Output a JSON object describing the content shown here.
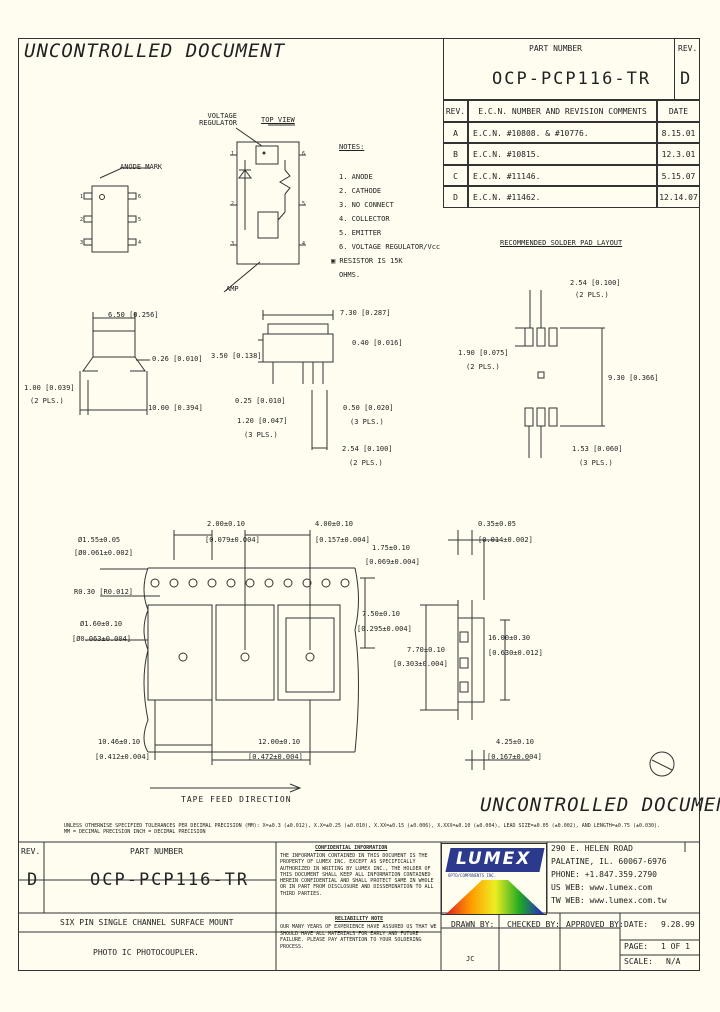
{
  "watermark": "UNCONTROLLED DOCUMENT",
  "header": {
    "part_number_label": "PART NUMBER",
    "part_number": "OCP-PCP116-TR",
    "rev_label": "REV.",
    "rev": "D"
  },
  "revisions": {
    "headers": [
      "REV.",
      "E.C.N. NUMBER AND REVISION COMMENTS",
      "DATE"
    ],
    "rows": [
      [
        "A",
        "E.C.N. #10808. & #10776.",
        "8.15.01"
      ],
      [
        "B",
        "E.C.N. #10815.",
        "12.3.01"
      ],
      [
        "C",
        "E.C.N. #11146.",
        "5.15.07"
      ],
      [
        "D",
        "E.C.N. #11462.",
        "12.14.07"
      ]
    ]
  },
  "schematic": {
    "anode_mark": "ANODE MARK",
    "voltage_regulator": "VOLTAGE\nREGULATOR",
    "top_view": "TOP VIEW",
    "amp": "AMP",
    "pins": [
      "1",
      "2",
      "3",
      "4",
      "5",
      "6"
    ]
  },
  "notes": {
    "title": "NOTES:",
    "items": [
      "1. ANODE",
      "2. CATHODE",
      "3. NO CONNECT",
      "4. COLLECTOR",
      "5. EMITTER",
      "6. VOLTAGE REGULATOR/Vcc",
      "▣ RESISTOR IS 15K",
      "OHMS."
    ]
  },
  "solder_pad": {
    "title": "RECOMMENDED SOLDER PAD LAYOUT",
    "dim_pitch": "2.54 [0.100]",
    "dim_pitch_count": "(2 PLS.)",
    "dim_pad_h": "1.90 [0.075]",
    "dim_pad_h_count": "(2 PLS.)",
    "dim_span": "9.30 [0.366]",
    "dim_pad_w": "1.53 [0.060]",
    "dim_pad_w_count": "(3 PLS.)"
  },
  "package_dims": {
    "width": "6.50 [0.256]",
    "lead_t": "0.26 [0.010]",
    "lead_len": "1.00 [0.039]",
    "lead_len_count": "(2 PLS.)",
    "overall": "10.00 [0.394]",
    "length": "7.30 [0.287]",
    "height": "3.50 [0.138]",
    "standoff": "0.40 [0.016]",
    "foot": "0.25 [0.010]",
    "pin_w": "1.20 [0.047]",
    "pin_w_count": "(3 PLS.)",
    "lead_w": "0.50 [0.020]",
    "lead_w_count": "(3 PLS.)",
    "pitch": "2.54 [0.100]",
    "pitch_count": "(2 PLS.)"
  },
  "tape": {
    "hole_dia": "Ø1.55±0.05",
    "hole_dia_in": "[Ø0.061±0.002]",
    "sprocket_pitch": "2.00±0.10",
    "sprocket_pitch_in": "[0.079±0.004]",
    "pocket_pitch": "4.00±0.10",
    "pocket_pitch_in": "[0.157±0.004]",
    "edge": "1.75±0.10",
    "edge_in": "[0.069±0.004]",
    "thickness": "0.35±0.05",
    "thickness_in": "[0.014±0.002]",
    "radius": "R0.30 [R0.012]",
    "pocket_hole": "Ø1.60±0.10",
    "pocket_hole_in": "[Ø0.063±0.004]",
    "center": "7.50±0.10",
    "center_in": "[0.295±0.004]",
    "pocket_w": "7.70±0.10",
    "pocket_w_in": "[0.303±0.004]",
    "tape_w": "16.00±0.30",
    "tape_w_in": "[0.630±0.012]",
    "pocket_l": "10.46±0.10",
    "pocket_l_in": "[0.412±0.004]",
    "pitch": "12.00±0.10",
    "pitch_in": "[0.472±0.004]",
    "depth": "4.25±0.10",
    "depth_in": "[0.167±0.004]",
    "feed_direction": "TAPE FEED DIRECTION"
  },
  "tolerance_note": "UNLESS OTHERWISE SPECIFIED TOLERANCES PER DECIMAL PRECISION (MM): X=±0.3 (±0.012), X.X=±0.25 (±0.010), X.XX=±0.15 (±0.006), X.XXX=±0.10 (±0.004), LEAD SIZE=±0.05 (±0.002), AND LENGTH=±0.75 (±0.030). MM = DECIMAL PRECISION  INCH = DECIMAL PRECISION",
  "title_block": {
    "rev_label": "REV.",
    "rev": "D",
    "part_number_label": "PART NUMBER",
    "part_number": "OCP-PCP116-TR",
    "description_1": "SIX PIN SINGLE CHANNEL SURFACE MOUNT",
    "description_2": "PHOTO IC PHOTOCOUPLER.",
    "confidential_title": "CONFIDENTIAL INFORMATION",
    "confidential_text": "THE INFORMATION CONTAINED IN THIS DOCUMENT IS THE PROPERTY OF LUMEX INC. EXCEPT AS SPECIFICALLY AUTHORIZED IN WRITING BY LUMEX INC., THE HOLDER OF THIS DOCUMENT SHALL KEEP ALL INFORMATION CONTAINED HEREIN CONFIDENTIAL AND SHALL PROTECT SAME IN WHOLE OR IN PART FROM DISCLOSURE AND DISSEMINATION TO ALL THIRD PARTIES.",
    "reliability_title": "RELIABILITY NOTE",
    "reliability_text": "OUR MANY YEARS OF EXPERIENCE HAVE ASSURED US THAT WE SHOULD HAVE ALL MATERIALS FOR EARLY AND FUTURE FAILURE. PLEASE PAY ATTENTION TO YOUR SOLDERING PROCESS.",
    "logo": "LUMEX",
    "logo_tagline": "OPTO/COMPONENTS INC.",
    "address": [
      "290 E. HELEN ROAD",
      "PALATINE, IL. 60067-6976",
      "PHONE: +1.847.359.2790",
      "US WEB: www.lumex.com",
      "TW WEB: www.lumex.com.tw"
    ],
    "drawn_by_label": "DRAWN BY:",
    "drawn_by": "JC",
    "checked_by_label": "CHECKED BY:",
    "approved_by_label": "APPROVED BY:",
    "date_label": "DATE:",
    "date": "9.28.99",
    "page_label": "PAGE:",
    "page": "1 OF 1",
    "scale_label": "SCALE:",
    "scale": "N/A"
  },
  "colors": {
    "paper": "#fffdf0",
    "ink": "#222222"
  }
}
